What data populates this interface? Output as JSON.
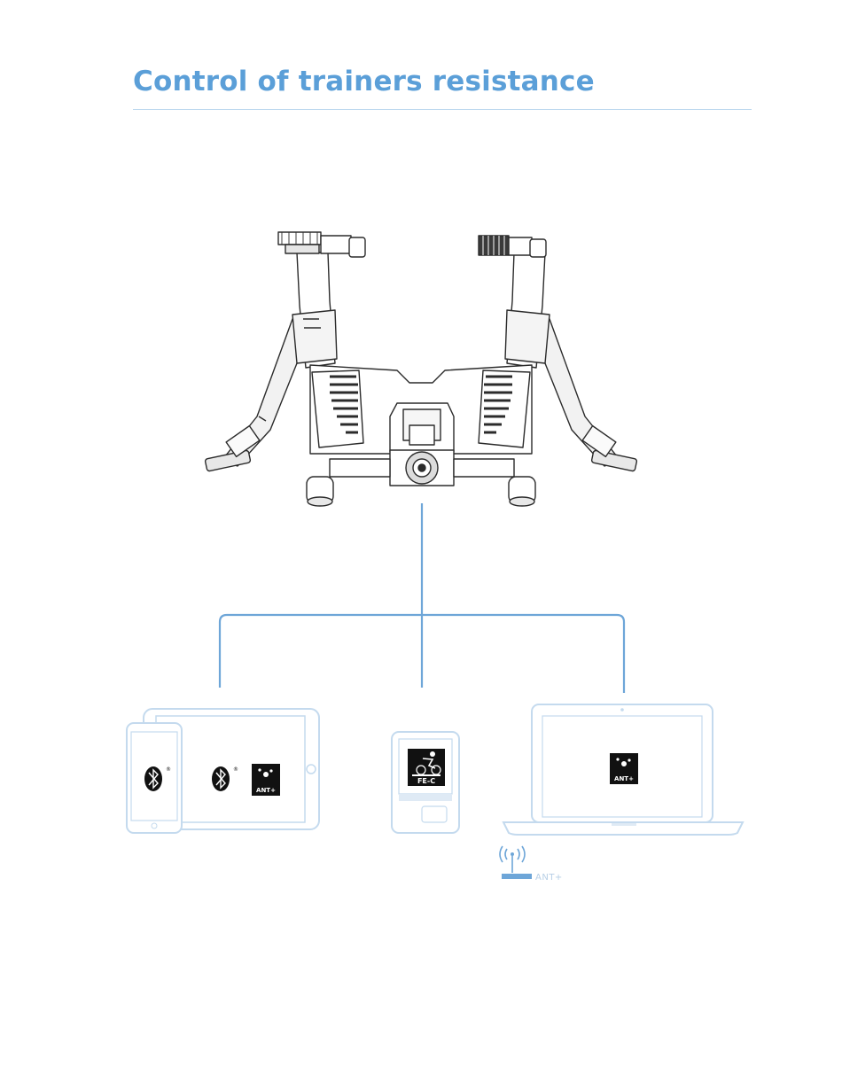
{
  "page": {
    "title": "Control of trainers resistance"
  },
  "devices": {
    "tablet_phone": {
      "badge_label": "ANT+"
    },
    "head_unit": {
      "badge_label": "FE-C"
    },
    "laptop": {
      "badge_label": "ANT+"
    }
  },
  "ant_dongle": {
    "label": "ANT+"
  },
  "colors": {
    "title": "#5b9fd8",
    "connector": "#6ea6d8",
    "device_outline": "#c4daee",
    "trainer_line": "#2b2b2b"
  },
  "icons": [
    "bluetooth-icon",
    "ant-plus-icon",
    "fe-c-cycling-icon",
    "wireless-signal-icon",
    "bike-trainer-illustration"
  ]
}
